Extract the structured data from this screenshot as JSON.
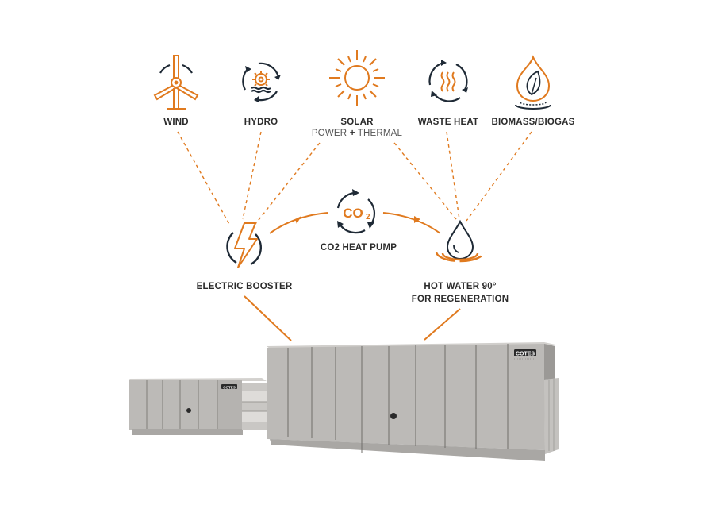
{
  "colors": {
    "accent": "#e07a1f",
    "dark": "#1f2a36",
    "text": "#2b2b2b",
    "machine": "#b9b7b4",
    "machine_dark": "#8f8d8a",
    "background": "#ffffff"
  },
  "sources": [
    {
      "id": "wind",
      "label": "WIND",
      "icon": "wind-turbine-icon"
    },
    {
      "id": "hydro",
      "label": "HYDRO",
      "icon": "hydro-icon"
    },
    {
      "id": "solar",
      "label": "SOLAR",
      "sublabel_a": "POWER",
      "sublabel_plus": "+",
      "sublabel_b": "THERMAL",
      "icon": "sun-icon"
    },
    {
      "id": "waste_heat",
      "label": "WASTE HEAT",
      "icon": "waste-heat-icon"
    },
    {
      "id": "biomass",
      "label": "BIOMASS/BIOGAS",
      "icon": "flame-leaf-icon"
    }
  ],
  "nodes": {
    "electric_booster": {
      "label": "ELECTRIC BOOSTER",
      "icon": "lightning-icon"
    },
    "heat_pump": {
      "label": "CO2 HEAT PUMP",
      "icon_text": "CO",
      "icon_sub": "2",
      "icon": "co2-cycle-icon"
    },
    "hot_water": {
      "label_line1": "HOT WATER 90°",
      "label_line2": "FOR REGENERATION",
      "icon": "water-drop-icon"
    }
  },
  "connections": [
    {
      "from": "wind",
      "to": "electric_booster",
      "style": "dashed"
    },
    {
      "from": "hydro",
      "to": "electric_booster",
      "style": "dashed"
    },
    {
      "from": "solar",
      "to": "electric_booster",
      "style": "dashed"
    },
    {
      "from": "solar",
      "to": "hot_water",
      "style": "dashed"
    },
    {
      "from": "waste_heat",
      "to": "hot_water",
      "style": "dashed"
    },
    {
      "from": "biomass",
      "to": "hot_water",
      "style": "dashed"
    },
    {
      "from": "electric_booster",
      "to": "heat_pump",
      "style": "arrow"
    },
    {
      "from": "heat_pump",
      "to": "hot_water",
      "style": "arrow"
    },
    {
      "from": "electric_booster",
      "to": "machine",
      "style": "solid"
    },
    {
      "from": "hot_water",
      "to": "machine",
      "style": "solid"
    }
  ],
  "machine": {
    "brand": "COTES",
    "brand_small": "COTES"
  }
}
